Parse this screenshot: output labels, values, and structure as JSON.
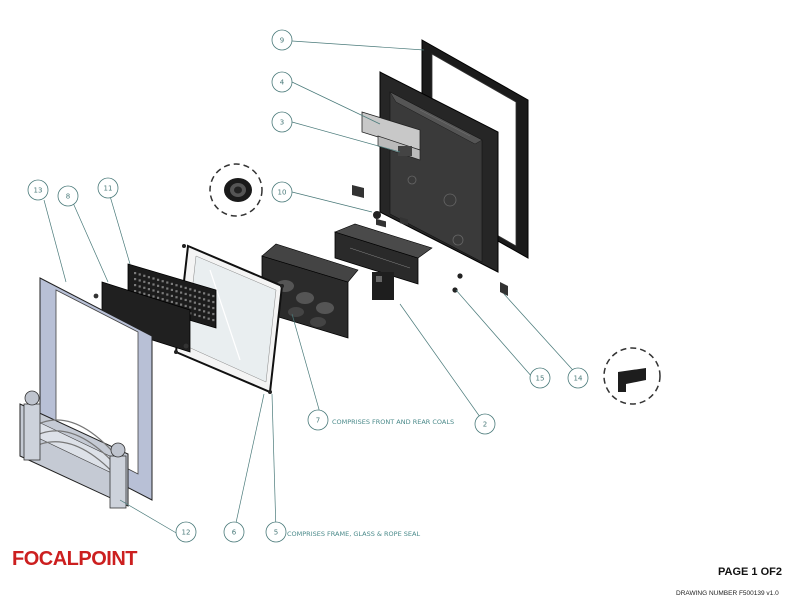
{
  "notes": {
    "note_7": "COMPRISES FRONT AND REAR COALS",
    "note_5": "COMPRISES FRAME, GLASS & ROPE SEAL"
  },
  "callouts": [
    {
      "id": "callout-9",
      "label": "9"
    },
    {
      "id": "callout-4",
      "label": "4"
    },
    {
      "id": "callout-3",
      "label": "3"
    },
    {
      "id": "callout-10",
      "label": "10"
    },
    {
      "id": "callout-13",
      "label": "13"
    },
    {
      "id": "callout-8",
      "label": "8"
    },
    {
      "id": "callout-11",
      "label": "11"
    },
    {
      "id": "callout-15",
      "label": "15"
    },
    {
      "id": "callout-14",
      "label": "14"
    },
    {
      "id": "callout-7",
      "label": "7"
    },
    {
      "id": "callout-2",
      "label": "2"
    },
    {
      "id": "callout-12",
      "label": "12"
    },
    {
      "id": "callout-6",
      "label": "6"
    },
    {
      "id": "callout-5",
      "label": "5"
    }
  ],
  "footer": {
    "logo_text": "FOCALPOINT",
    "page_label": "PAGE 1 OF2",
    "drawing_number": "DRAWING NUMBER F500139 v1.0"
  }
}
